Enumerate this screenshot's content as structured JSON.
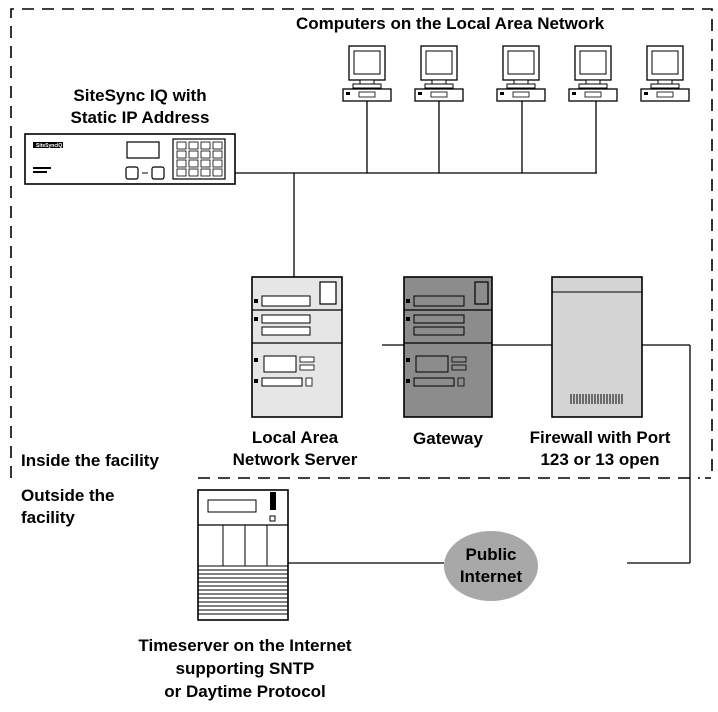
{
  "labels": {
    "computers_title": "Computers on the Local Area Network",
    "sitesync_line1": "SiteSync IQ with",
    "sitesync_line2": "Static IP Address",
    "lan_server_line1": "Local Area",
    "lan_server_line2": "Network Server",
    "gateway": "Gateway",
    "firewall_line1": "Firewall with Port",
    "firewall_line2": "123 or 13 open",
    "inside": "Inside the facility",
    "outside_line1": "Outside the",
    "outside_line2": "facility",
    "internet_line1": "Public",
    "internet_line2": "Internet",
    "timeserver_line1": "Timeserver on the Internet",
    "timeserver_line2": "supporting SNTP",
    "timeserver_line3": "or Daytime Protocol"
  },
  "device_text": {
    "brand": "SiteSync",
    "brand_badge": "IQ"
  },
  "colors": {
    "line": "#000000",
    "gateway_fill": "#8c8c8c",
    "server_fill": "#e6e6e6",
    "firewall_fill": "#d4d4d4",
    "cloud_fill": "#a8a8a8"
  }
}
